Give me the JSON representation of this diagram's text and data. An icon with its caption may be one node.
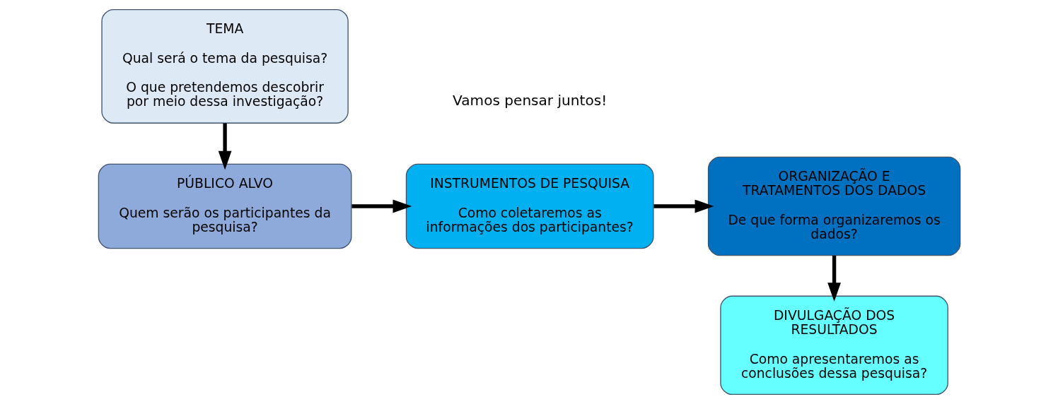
{
  "diagram": {
    "nodes": [
      {
        "text": [
          "TEMA",
          "Qual será o tema da pesquisa?",
          "O que pretendemos descobrir por meio dessa investigação?"
        ]
      },
      {
        "text": [
          "PÚBLICO ALVO",
          "Quem serão os participantes da pesquisa?"
        ]
      },
      {
        "text": [
          "INSTRUMENTOS DE PESQUISA",
          "Como coletaremos as informações dos participantes?"
        ]
      },
      {
        "text": [
          "ORGANIZAÇÃO E TRATAMENTOS DOS DADOS",
          "De que forma organizaremos os dados?"
        ]
      },
      {
        "text": [
          "DIVULGAÇÃO DOS RESULTADOS",
          "Como apresentaremos as conclusões dessa pesquisa?"
        ]
      }
    ],
    "edges": [
      {
        "from": 0,
        "to": 1,
        "arrow": "to"
      },
      {
        "from": 1,
        "to": 2,
        "arrow": "to"
      },
      {
        "from": 2,
        "to": 3,
        "arrow": "to"
      },
      {
        "from": 3,
        "to": 4,
        "arrow": "to"
      }
    ],
    "labels": [
      "Vamos pensar juntos!"
    ]
  }
}
